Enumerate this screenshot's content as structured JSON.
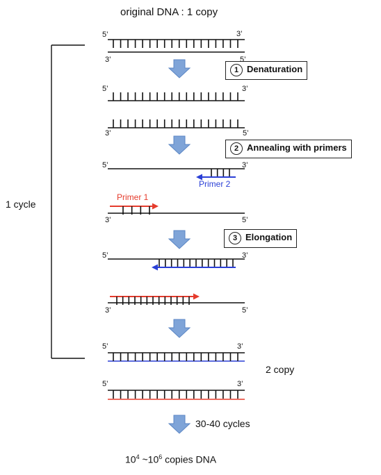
{
  "title": "original DNA : 1 copy",
  "cycle_label": "1 cycle",
  "copy2_label": "2 copy",
  "cycles_label": "30-40 cycles",
  "final": {
    "base": "10",
    "exp1": "4",
    "mid": " ~10",
    "exp2": "6",
    "tail": " copies DNA"
  },
  "ends": {
    "five": "5’",
    "three": "3’"
  },
  "steps": [
    {
      "num": "1",
      "label": "Denaturation"
    },
    {
      "num": "2",
      "label": "Annealing with primers"
    },
    {
      "num": "3",
      "label": "Elongation"
    }
  ],
  "primers": {
    "p1": "Primer 1",
    "p2": "Primer 2"
  },
  "colors": {
    "strand": "#111111",
    "primer1": "#e53b2c",
    "primer2": "#2a3fd6",
    "arrow": "#7fa4d8",
    "arrow_dark": "#5b86c4"
  }
}
